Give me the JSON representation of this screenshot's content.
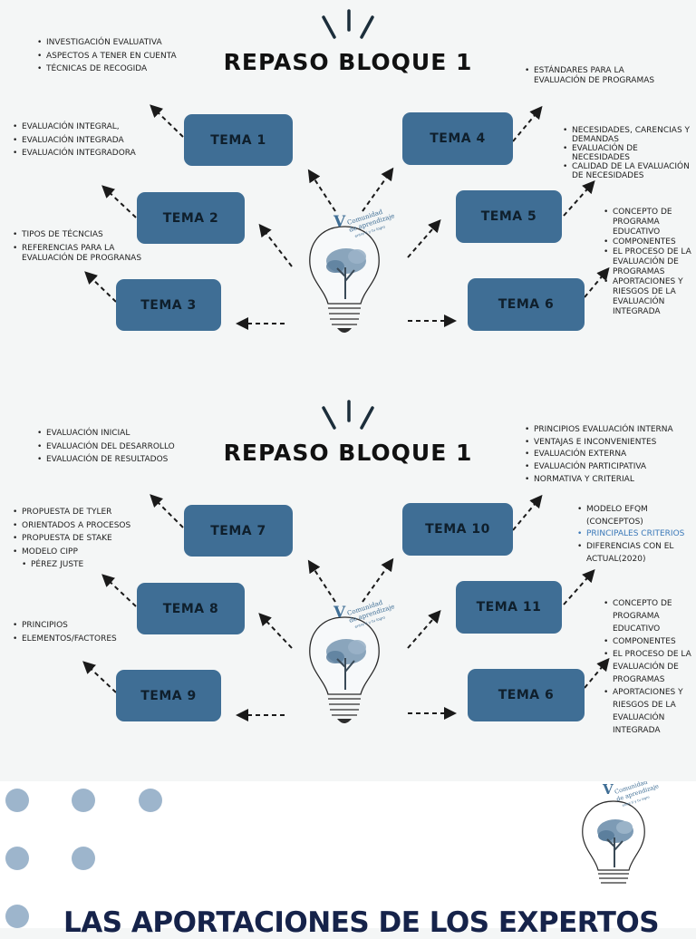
{
  "panels": [
    {
      "title": "REPASO BLOQUE 1",
      "temas": [
        "TEMA 1",
        "TEMA 2",
        "TEMA 3",
        "TEMA 4",
        "TEMA 5",
        "TEMA 6"
      ],
      "notes": [
        [
          "INVESTIGACIÓN EVALUATIVA",
          "ASPECTOS A TENER EN CUENTA",
          "TÉCNICAS DE RECOGIDA"
        ],
        [
          "EVALUACIÓN INTEGRAL,",
          "EVALUACIÓN INTEGRADA",
          "EVALUACIÓN INTEGRADORA"
        ],
        [
          "TIPOS DE TÉCNCIAS",
          "REFERENCIAS PARA LA EVALUACIÓN DE PROGRANAS"
        ],
        [
          "ESTÁNDARES PARA LA EVALUACIÓN DE PROGRAMAS"
        ],
        [
          "NECESIDADES, CARENCIAS Y DEMANDAS",
          "EVALUACIÓN DE NECESIDADES",
          "CALIDAD DE LA EVALUACIÓN DE NECESIDADES"
        ],
        [
          "CONCEPTO DE PROGRAMA EDUCATIVO",
          "COMPONENTES",
          "EL PROCESO DE LA EVALUACIÓN DE PROGRAMAS",
          "APORTACIONES Y RIESGOS DE LA EVALUACIÓN INTEGRADA"
        ]
      ]
    },
    {
      "title": "REPASO BLOQUE 1",
      "temas": [
        "TEMA 7",
        "TEMA 8",
        "TEMA 9",
        "TEMA 10",
        "TEMA 11",
        "TEMA 6"
      ],
      "notes": [
        [
          "EVALUACIÓN INICIAL",
          "EVALUACIÓN DEL DESARROLLO",
          "EVALUACIÓN DE RESULTADOS"
        ],
        [
          "PROPUESTA DE TYLER",
          "ORIENTADOS A PROCESOS",
          "PROPUESTA DE STAKE",
          "MODELO CIPP",
          "PÉREZ JUSTE"
        ],
        [
          "PRINCIPIOS",
          "ELEMENTOS/FACTORES"
        ],
        [
          "PRINCIPIOS EVALUACIÓN INTERNA",
          "VENTAJAS E INCONVENIENTES",
          "EVALUACIÓN EXTERNA",
          "EVALUACIÓN PARTICIPATIVA",
          "NORMATIVA Y CRITERIAL"
        ],
        [
          "MODELO EFQM (CONCEPTOS)",
          "PRINCIPALES CRITERIOS",
          "DIFERENCIAS CON EL ACTUAL(2020)"
        ],
        [
          "CONCEPTO DE PROGRAMA EDUCATIVO",
          "COMPONENTES",
          "EL PROCESO DE LA EVALUACIÓN DE PROGRAMAS",
          "APORTACIONES Y RIESGOS DE LA EVALUACIÓN INTEGRADA"
        ]
      ]
    }
  ],
  "logo": {
    "letter": "V",
    "text_line1": "Comunidad",
    "text_line2": "de aprendizaje",
    "text_line3": "entre ti y tu logro"
  },
  "footer_heading": "LAS APORTACIONES DE LOS EXPERTOS",
  "colors": {
    "tema_box": "#3f6e95",
    "background": "#f4f6f6",
    "highlight": "#3a78b8",
    "dots": "#9db5cc",
    "heading": "#16234a"
  }
}
